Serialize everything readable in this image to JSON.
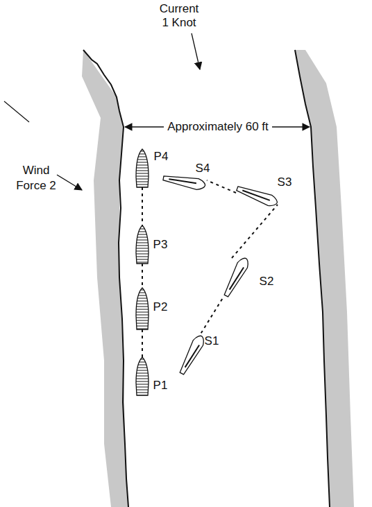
{
  "diagram": {
    "labels": [
      "Current",
      "1 Knot",
      "Approximately 60 ft",
      "Wind",
      "Force 2",
      "P4",
      "S4",
      "S3",
      "P3",
      "S2",
      "P2",
      "S1",
      "P1"
    ]
  }
}
